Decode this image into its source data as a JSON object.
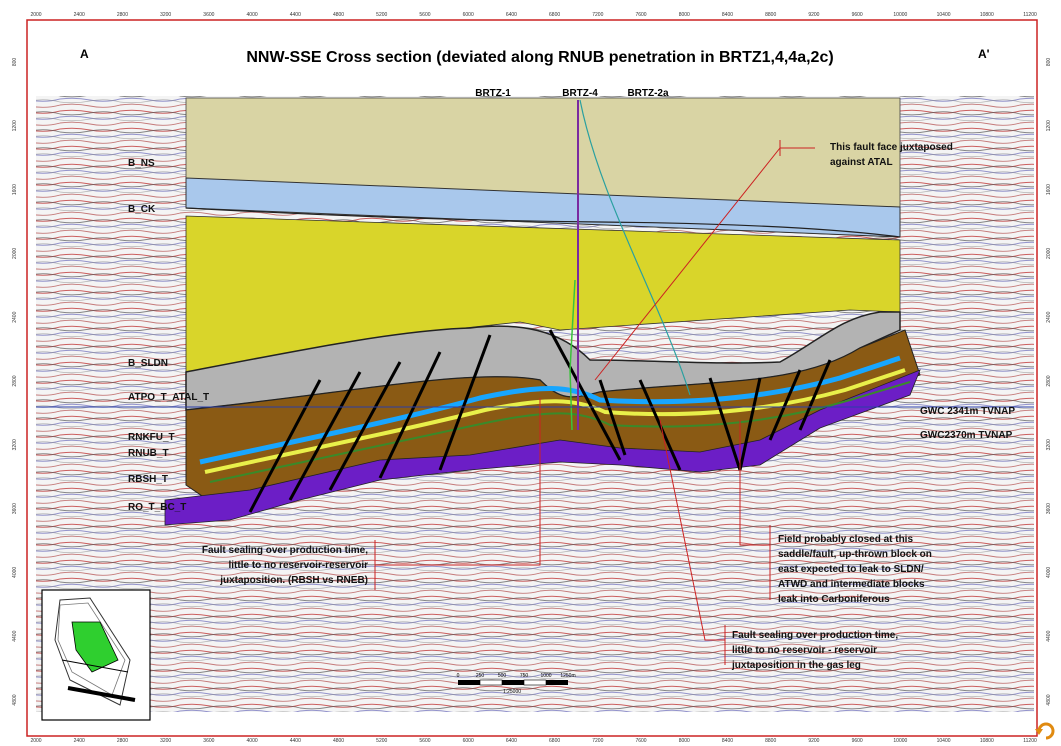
{
  "title": "NNW-SSE Cross section (deviated along RNUB penetration in BRTZ1,4,4a,2c)",
  "section_end_left": "A",
  "section_end_right": "A'",
  "wells": [
    "BRTZ-1",
    "BRTZ-4",
    "BRTZ-2a"
  ],
  "horizons": [
    "B_NS",
    "B_CK",
    "B_SLDN",
    "ATPO_T_ATAL_T",
    "RNKFU_T",
    "RNUB_T",
    "RBSH_T",
    "RO_T_BC_T"
  ],
  "contacts": [
    "GWC 2341m TVNAP",
    "GWC2370m TVNAP"
  ],
  "annotations": {
    "fault_face": [
      "This fault face juxtaposed",
      "against ATAL"
    ],
    "fault_left": [
      "Fault sealing over production time,",
      "little to no reservoir-reservoir",
      "juxtaposition. (RBSH vs RNEB)"
    ],
    "field_closed": [
      "Field probably closed at this",
      "saddle/fault, up-thrown block on",
      "east expected to leak to SLDN/",
      "ATWD and intermediate blocks",
      "leak into Carboniferous"
    ],
    "fault_bottom": [
      "Fault sealing over production time,",
      "little to no reservoir - reservoir",
      "juxtaposition in the gas leg"
    ]
  },
  "scale_bar": {
    "ticks": [
      "0",
      "250",
      "500",
      "750",
      "1000",
      "1250m"
    ],
    "ratio": "1:25000"
  },
  "depth_ticks": [
    "800",
    "1200",
    "1600",
    "2000",
    "2400",
    "2800",
    "3200",
    "3600",
    "4000",
    "4400",
    "4800"
  ],
  "trace_ticks": [
    "2000",
    "2400",
    "2800",
    "3200",
    "3600",
    "4000",
    "4400",
    "4800",
    "5200",
    "5600",
    "6000",
    "6400",
    "6800",
    "7200",
    "7600",
    "8000",
    "8400",
    "8800",
    "9200",
    "9600",
    "10000",
    "10400",
    "10800",
    "11200"
  ],
  "colors": {
    "frame_red": "#cc2222",
    "water": "#d9d4a4",
    "chalk": "#a9c8ec",
    "yellow": "#d9d52a",
    "grey": "#b3b3b3",
    "brown": "#8a5a14",
    "purple": "#6c1ec6",
    "blue_band": "#18a6ff",
    "gwc_line": "#2a3ea8",
    "fault": "#000000"
  },
  "icons": [
    "refresh-icon",
    "location-map-icon"
  ]
}
